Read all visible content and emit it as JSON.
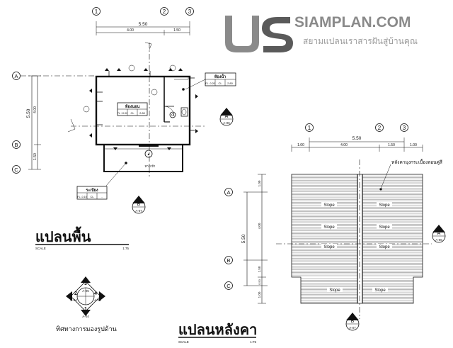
{
  "brand": {
    "logo_text": "SIAMPLAN.COM",
    "tagline": "สยามแปลนเราสารฝันสู่บ้านคุณ",
    "colors": {
      "logo_gray": "#8a8a8a",
      "logo_dark": "#5a5a5a",
      "tagline_gray": "#9a9a9a"
    }
  },
  "floor_plan": {
    "title": "แปลนพื้น",
    "scale_label": "SCALE",
    "scale_value": "1:75",
    "grid_cols": [
      "1",
      "2",
      "3"
    ],
    "grid_rows": [
      "A",
      "B",
      "C"
    ],
    "dim_overall_top": "5.50",
    "dim_top_segments": [
      "4.00",
      "1.50"
    ],
    "dim_overall_side": "5.50",
    "dim_side_segments": [
      "4.00",
      "1.50"
    ],
    "room_bedroom": {
      "name": "ห้องนอน",
      "fl": "FL +0.00",
      "cl": "CL",
      "cl_value": "2.80"
    },
    "room_bath": {
      "name": "ห้องน้ำ",
      "fl": "FL -0.20",
      "cl": "CL",
      "cl_value": "2.80"
    },
    "terrace": {
      "name": "ระเบียง",
      "fl": "FL -0.10",
      "cl": "CL",
      "cl_value": "-"
    },
    "entrance_label": "ทางเข้า",
    "section_a": {
      "letter": "A",
      "ref": "A-06"
    },
    "section_b": {
      "letter": "B",
      "ref": "A-07"
    }
  },
  "elevation_key": {
    "numbers": [
      "1",
      "2",
      "3",
      "4"
    ],
    "refs": [
      "A-05",
      "A-04",
      "A-05",
      "A-04"
    ],
    "caption": "ทิศทางการมองรูปด้าน"
  },
  "roof_plan": {
    "title": "แปลนหลังคา",
    "scale_label": "SCALE",
    "scale_value": "1:75",
    "grid_cols": [
      "1",
      "2",
      "3"
    ],
    "grid_rows": [
      "A",
      "B",
      "C"
    ],
    "dim_overall_top": "5.50",
    "dim_top_segments": [
      "1.00",
      "4.00",
      "1.50",
      "1.00"
    ],
    "dim_overall_side": "5.50",
    "dim_side_segments": [
      "1.00",
      "4.00",
      "1.50",
      "0.50",
      "1.00"
    ],
    "roof_material": "หลังคามุงกระเบื้องลอนคู่สี",
    "slope_label": "Slope",
    "section_a": {
      "letter": "A",
      "ref": "A-06"
    },
    "section_b": {
      "letter": "B",
      "ref": "A-07"
    }
  }
}
